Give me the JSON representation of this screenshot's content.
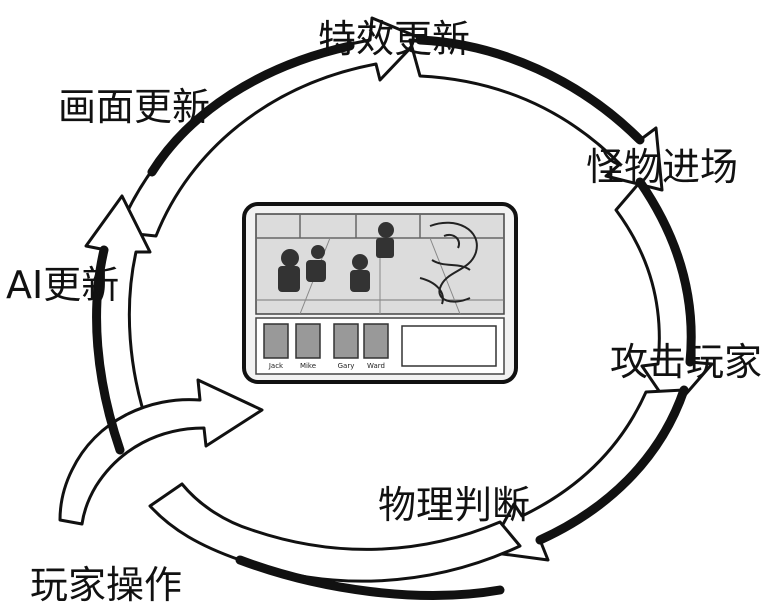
{
  "diagram": {
    "steps": [
      {
        "id": "effects",
        "label": "特效更新"
      },
      {
        "id": "monster",
        "label": "怪物进场"
      },
      {
        "id": "attack",
        "label": "攻击玩家"
      },
      {
        "id": "physics",
        "label": "物理判断"
      },
      {
        "id": "player",
        "label": "玩家操作"
      },
      {
        "id": "ai",
        "label": "AI更新"
      },
      {
        "id": "render",
        "label": "画面更新"
      }
    ],
    "center_image": {
      "kind": "game-screenshot-sketch",
      "character_captions": [
        "Jack",
        "Mike",
        "Gary",
        "Ward"
      ]
    }
  }
}
